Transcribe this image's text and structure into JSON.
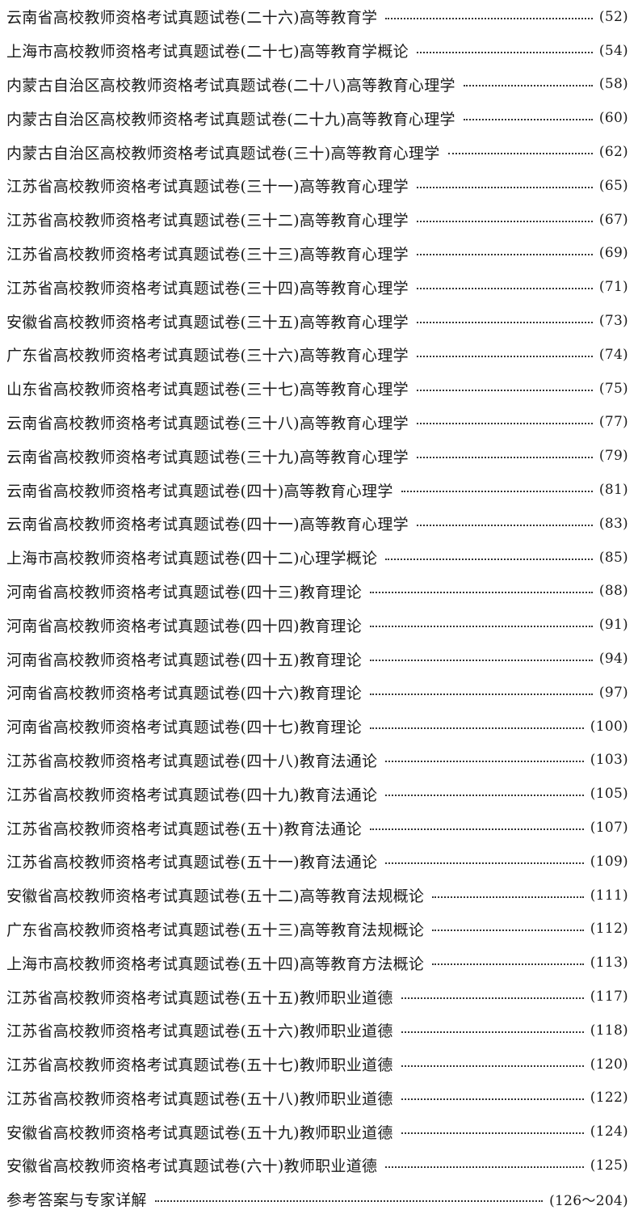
{
  "entries": [
    {
      "title": "云南省高校教师资格考试真题试卷(二十六)高等教育学",
      "page": "(52)"
    },
    {
      "title": "上海市高校教师资格考试真题试卷(二十七)高等教育学概论",
      "page": "(54)"
    },
    {
      "title": "内蒙古自治区高校教师资格考试真题试卷(二十八)高等教育心理学",
      "page": "(58)"
    },
    {
      "title": "内蒙古自治区高校教师资格考试真题试卷(二十九)高等教育心理学",
      "page": "(60)"
    },
    {
      "title": "内蒙古自治区高校教师资格考试真题试卷(三十)高等教育心理学",
      "page": "(62)"
    },
    {
      "title": "江苏省高校教师资格考试真题试卷(三十一)高等教育心理学",
      "page": "(65)"
    },
    {
      "title": "江苏省高校教师资格考试真题试卷(三十二)高等教育心理学",
      "page": "(67)"
    },
    {
      "title": "江苏省高校教师资格考试真题试卷(三十三)高等教育心理学",
      "page": "(69)"
    },
    {
      "title": "江苏省高校教师资格考试真题试卷(三十四)高等教育心理学",
      "page": "(71)"
    },
    {
      "title": "安徽省高校教师资格考试真题试卷(三十五)高等教育心理学",
      "page": "(73)"
    },
    {
      "title": "广东省高校教师资格考试真题试卷(三十六)高等教育心理学",
      "page": "(74)"
    },
    {
      "title": "山东省高校教师资格考试真题试卷(三十七)高等教育心理学",
      "page": "(75)"
    },
    {
      "title": "云南省高校教师资格考试真题试卷(三十八)高等教育心理学",
      "page": "(77)"
    },
    {
      "title": "云南省高校教师资格考试真题试卷(三十九)高等教育心理学",
      "page": "(79)"
    },
    {
      "title": "云南省高校教师资格考试真题试卷(四十)高等教育心理学",
      "page": "(81)"
    },
    {
      "title": "云南省高校教师资格考试真题试卷(四十一)高等教育心理学",
      "page": "(83)"
    },
    {
      "title": "上海市高校教师资格考试真题试卷(四十二)心理学概论",
      "page": "(85)"
    },
    {
      "title": "河南省高校教师资格考试真题试卷(四十三)教育理论",
      "page": "(88)"
    },
    {
      "title": "河南省高校教师资格考试真题试卷(四十四)教育理论",
      "page": "(91)"
    },
    {
      "title": "河南省高校教师资格考试真题试卷(四十五)教育理论",
      "page": "(94)"
    },
    {
      "title": "河南省高校教师资格考试真题试卷(四十六)教育理论",
      "page": "(97)"
    },
    {
      "title": "河南省高校教师资格考试真题试卷(四十七)教育理论",
      "page": "(100)"
    },
    {
      "title": "江苏省高校教师资格考试真题试卷(四十八)教育法通论",
      "page": "(103)"
    },
    {
      "title": "江苏省高校教师资格考试真题试卷(四十九)教育法通论",
      "page": "(105)"
    },
    {
      "title": "江苏省高校教师资格考试真题试卷(五十)教育法通论",
      "page": "(107)"
    },
    {
      "title": "江苏省高校教师资格考试真题试卷(五十一)教育法通论",
      "page": "(109)"
    },
    {
      "title": "安徽省高校教师资格考试真题试卷(五十二)高等教育法规概论",
      "page": "(111)"
    },
    {
      "title": "广东省高校教师资格考试真题试卷(五十三)高等教育法规概论",
      "page": "(112)"
    },
    {
      "title": "上海市高校教师资格考试真题试卷(五十四)高等教育方法概论",
      "page": "(113)"
    },
    {
      "title": "江苏省高校教师资格考试真题试卷(五十五)教师职业道德",
      "page": "(117)"
    },
    {
      "title": "江苏省高校教师资格考试真题试卷(五十六)教师职业道德",
      "page": "(118)"
    },
    {
      "title": "江苏省高校教师资格考试真题试卷(五十七)教师职业道德",
      "page": "(120)"
    },
    {
      "title": "江苏省高校教师资格考试真题试卷(五十八)教师职业道德",
      "page": "(122)"
    },
    {
      "title": "安徽省高校教师资格考试真题试卷(五十九)教师职业道德",
      "page": "(124)"
    },
    {
      "title": "安徽省高校教师资格考试真题试卷(六十)教师职业道德",
      "page": "(125)"
    },
    {
      "title": "参考答案与专家详解",
      "page": "(126～204)"
    }
  ]
}
